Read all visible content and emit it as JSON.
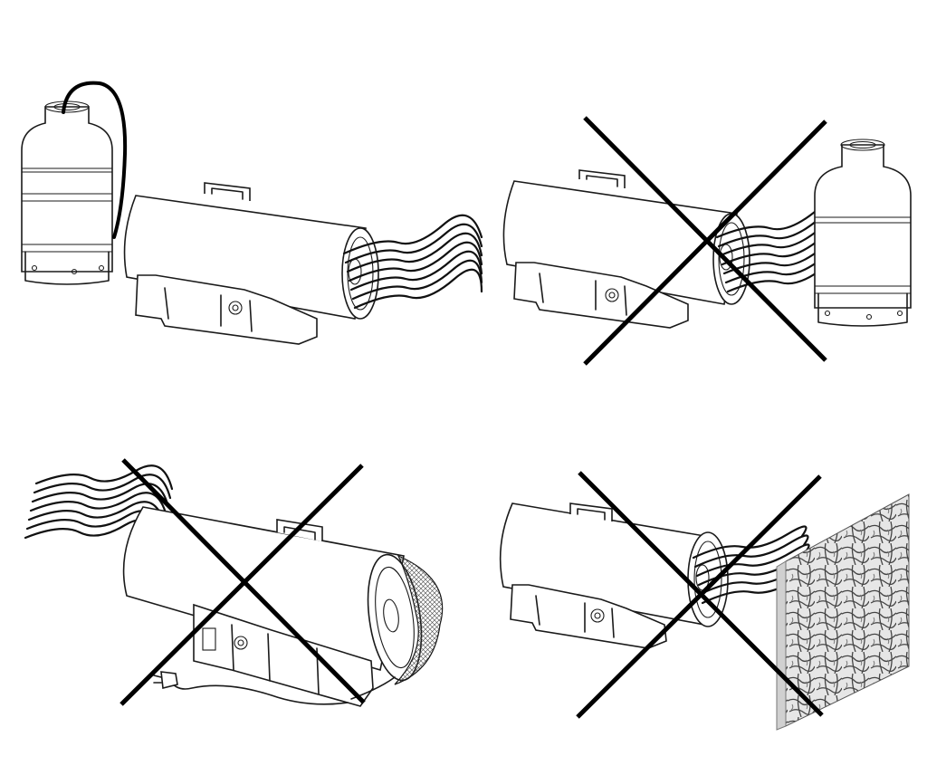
{
  "panels": [
    {
      "id": "panel-1",
      "allowed": true
    },
    {
      "id": "panel-2",
      "allowed": false
    },
    {
      "id": "panel-3",
      "allowed": false
    },
    {
      "id": "panel-4",
      "allowed": false
    }
  ],
  "colors": {
    "line": "#1a1a1a",
    "cross": "#000000",
    "background": "#ffffff",
    "wall": "#9a9a9a"
  }
}
